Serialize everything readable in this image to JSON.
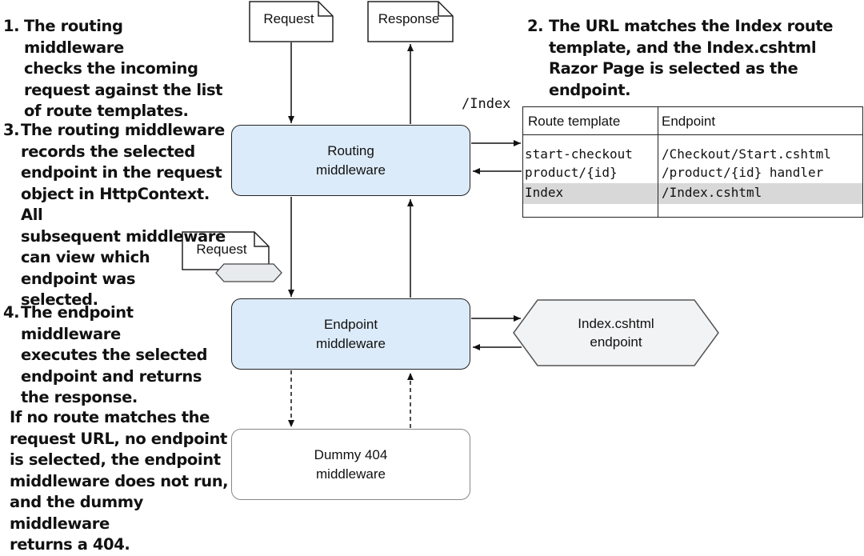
{
  "notes": {
    "n1": {
      "num": "1.",
      "text": "The routing middleware\nchecks the incoming\nrequest against the list\nof route templates."
    },
    "n2": {
      "num": "2.",
      "text": "The URL matches the Index route\ntemplate, and the Index.cshtml\nRazor Page is selected as the\nendpoint."
    },
    "n3": {
      "num": "3.",
      "text": "The routing middleware\nrecords the selected\nendpoint in the request\nobject in HttpContext. All\nsubsequent middleware\ncan view which\nendpoint was\nselected."
    },
    "n4": {
      "num": "4.",
      "text": "The endpoint middleware\nexecutes the selected\nendpoint and returns\nthe response."
    },
    "n5": {
      "text": "If no route matches the\nrequest URL, no endpoint\nis selected, the endpoint\nmiddleware does not run,\nand the dummy middleware\nreturns a 404."
    }
  },
  "docs": {
    "request_top": "Request",
    "response_top": "Response",
    "request_mid": "Request"
  },
  "boxes": {
    "routing": "Routing\nmiddleware",
    "endpoint": "Endpoint\nmiddleware",
    "dummy": "Dummy 404\nmiddleware"
  },
  "route_url": "/Index",
  "route_table": {
    "headers": [
      "Route template",
      "Endpoint"
    ],
    "rows": [
      {
        "template": "start-checkout",
        "endpoint": "/Checkout/Start.cshtml"
      },
      {
        "template": "product/{id}",
        "endpoint": "/product/{id} handler"
      },
      {
        "template": "Index",
        "endpoint": "/Index.cshtml"
      }
    ]
  },
  "selected_endpoint": "Index.cshtml\nendpoint",
  "colors": {
    "middleware_fill": "#dcebf9",
    "highlight_row": "#d8d8d8",
    "hex_fill": "#f2f3f4"
  }
}
